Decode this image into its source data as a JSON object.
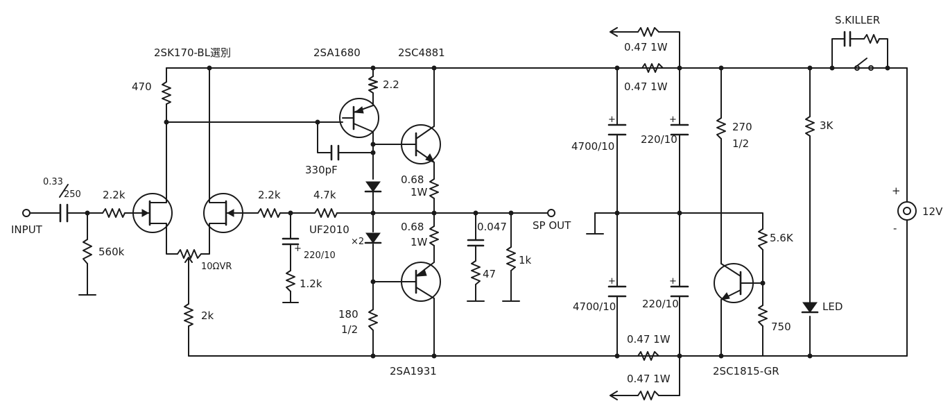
{
  "labels": {
    "input": "INPUT",
    "sp_out": "SP OUT",
    "supply": "12V",
    "plus": "+",
    "minus": "-",
    "s_killer": "S.KILLER",
    "led": "LED",
    "q_2sk170": "2SK170-BL選別",
    "q_2sa1680": "2SA1680",
    "q_2sc4881": "2SC4881",
    "q_2sa1931": "2SA1931",
    "q_2sc1815": "2SC1815-GR",
    "c_033": "0.33",
    "c_250": "250",
    "r_22k_in": "2.2k",
    "r_560k": "560k",
    "r_470": "470",
    "vr_10": "10ΩVR",
    "r_2k": "2k",
    "r_22k_fb": "2.2k",
    "r_47k": "4.7k",
    "c_220_10_fb": "220/10",
    "r_12k": "1.2k",
    "r_22": "2.2",
    "c_330pf": "330pF",
    "d_uf2010": "UF2010",
    "d_x2": "×2",
    "r_068_top": "0.68",
    "r_1w_top": "1W",
    "r_068_bot": "0.68",
    "r_1w_bot": "1W",
    "r_180": "180",
    "r_12_w": "1/2",
    "c_0047": "0.047",
    "r_47": "47",
    "r_1k": "1k",
    "c_4700_top": "4700/10",
    "c_220_top": "220/10",
    "c_4700_bot": "4700/10",
    "c_220_bot": "220/10",
    "r_047_a": "0.47 1W",
    "r_047_b": "0.47 1W",
    "r_047_c": "0.47 1W",
    "r_047_d": "0.47 1W",
    "r_270": "270",
    "r_270_w": "1/2",
    "r_3k": "3K",
    "r_56k": "5.6K",
    "r_750": "750"
  },
  "colors": {
    "ink": "#1a1a1a",
    "paper": "#ffffff"
  }
}
